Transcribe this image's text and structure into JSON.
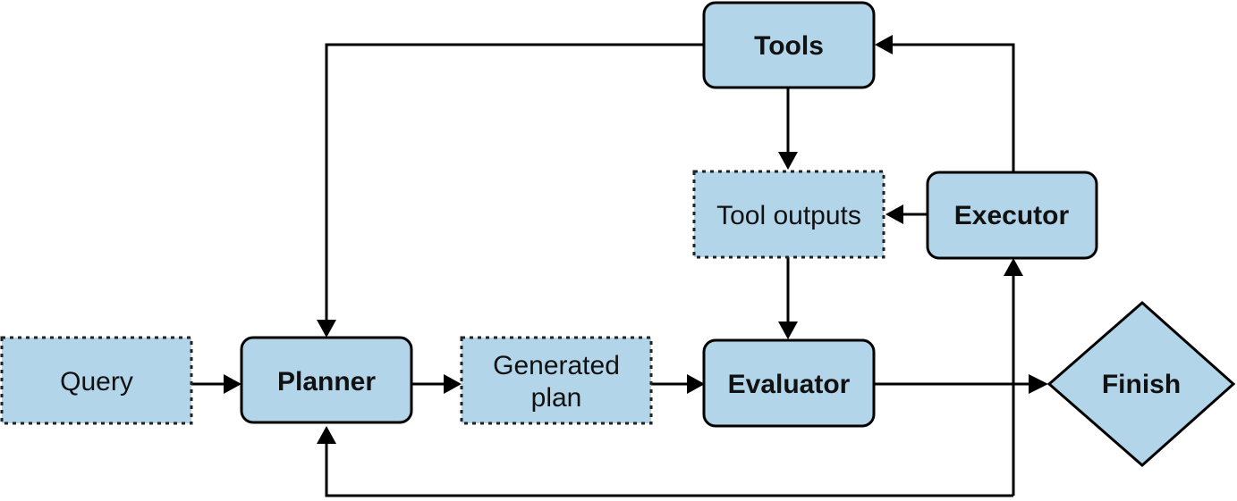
{
  "nodes": {
    "query": {
      "label": "Query"
    },
    "planner": {
      "label": "Planner"
    },
    "generated_plan": {
      "line1": "Generated",
      "line2": "plan"
    },
    "evaluator": {
      "label": "Evaluator"
    },
    "finish": {
      "label": "Finish"
    },
    "tools": {
      "label": "Tools"
    },
    "tool_outputs": {
      "label": "Tool outputs"
    },
    "executor": {
      "label": "Executor"
    }
  },
  "colors": {
    "node_fill": "#b3d5ea",
    "stroke": "#000000"
  }
}
